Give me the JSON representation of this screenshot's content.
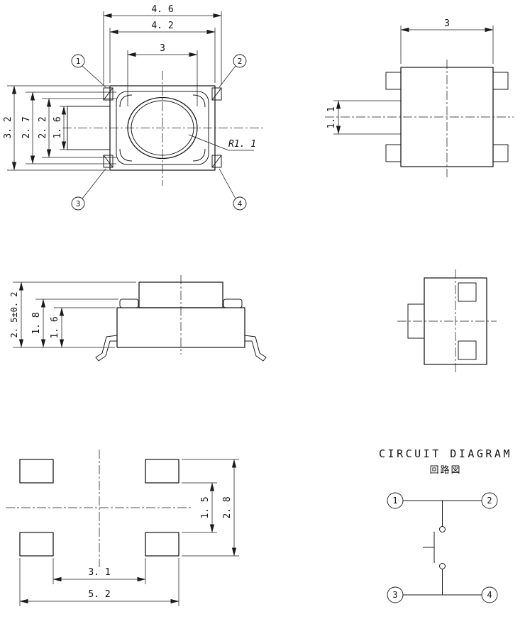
{
  "drawing": {
    "background": "#ffffff",
    "line_color": "#1a1a1a"
  },
  "pins": [
    "1",
    "2",
    "3",
    "4"
  ],
  "top_view": {
    "dim_overall_width": "4. 6",
    "dim_cover_width": "4. 2",
    "dim_button_width": "3",
    "dim_overall_height": "3. 2",
    "dim_height_2_7": "2. 7",
    "dim_height_2_2": "2. 2",
    "dim_height_1_6": "1. 6",
    "dim_radius": "R1. 1"
  },
  "side_view": {
    "dim_width": "3",
    "dim_terminal": "1. 1"
  },
  "front_view": {
    "dim_total_height": "2. 5±0. 2",
    "dim_height_1_8": "1. 8",
    "dim_height_1_6": "1. 6"
  },
  "land_pattern": {
    "dim_pad_gap": "1. 5",
    "dim_pad_span": "2. 8",
    "dim_inner_width": "3. 1",
    "dim_outer_width": "5. 2"
  },
  "circuit": {
    "title": "CIRCUIT DIAGRAM",
    "subtitle": "回路図"
  }
}
